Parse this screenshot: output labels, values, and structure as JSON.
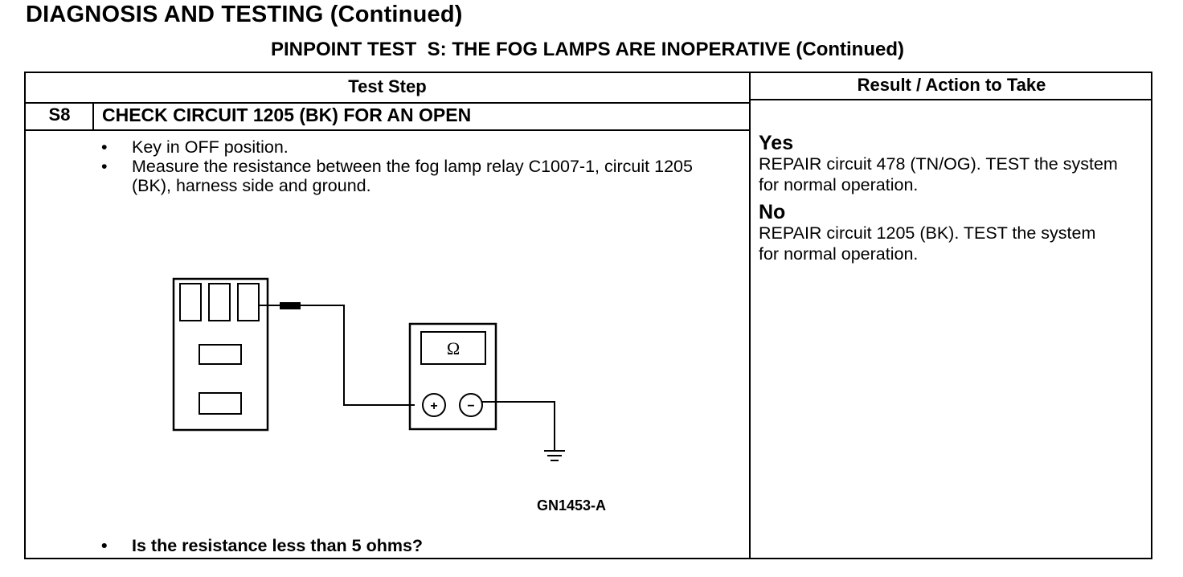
{
  "page_title": "DIAGNOSIS AND TESTING (Continued)",
  "test_title": "PINPOINT TEST  S: THE FOG LAMPS ARE INOPERATIVE (Continued)",
  "table": {
    "header_step": "Test Step",
    "header_result": "Result / Action to Take",
    "step_id": "S8",
    "step_title": "CHECK CIRCUIT 1205 (BK) FOR AN OPEN",
    "bullets": [
      "Key in OFF position.",
      "Measure the resistance between the fog lamp relay C1007-1, circuit 1205 (BK), harness side and ground."
    ],
    "question": "Is the resistance less than 5 ohms?",
    "figure_label": "GN1453-A",
    "meter_symbol": "Ω",
    "meter_plus": "+",
    "meter_minus": "−",
    "results": [
      {
        "head": "Yes",
        "text": "REPAIR circuit 478 (TN/OG). TEST the system for normal operation."
      },
      {
        "head": "No",
        "text": "REPAIR circuit 1205 (BK). TEST the system for normal operation."
      }
    ]
  }
}
